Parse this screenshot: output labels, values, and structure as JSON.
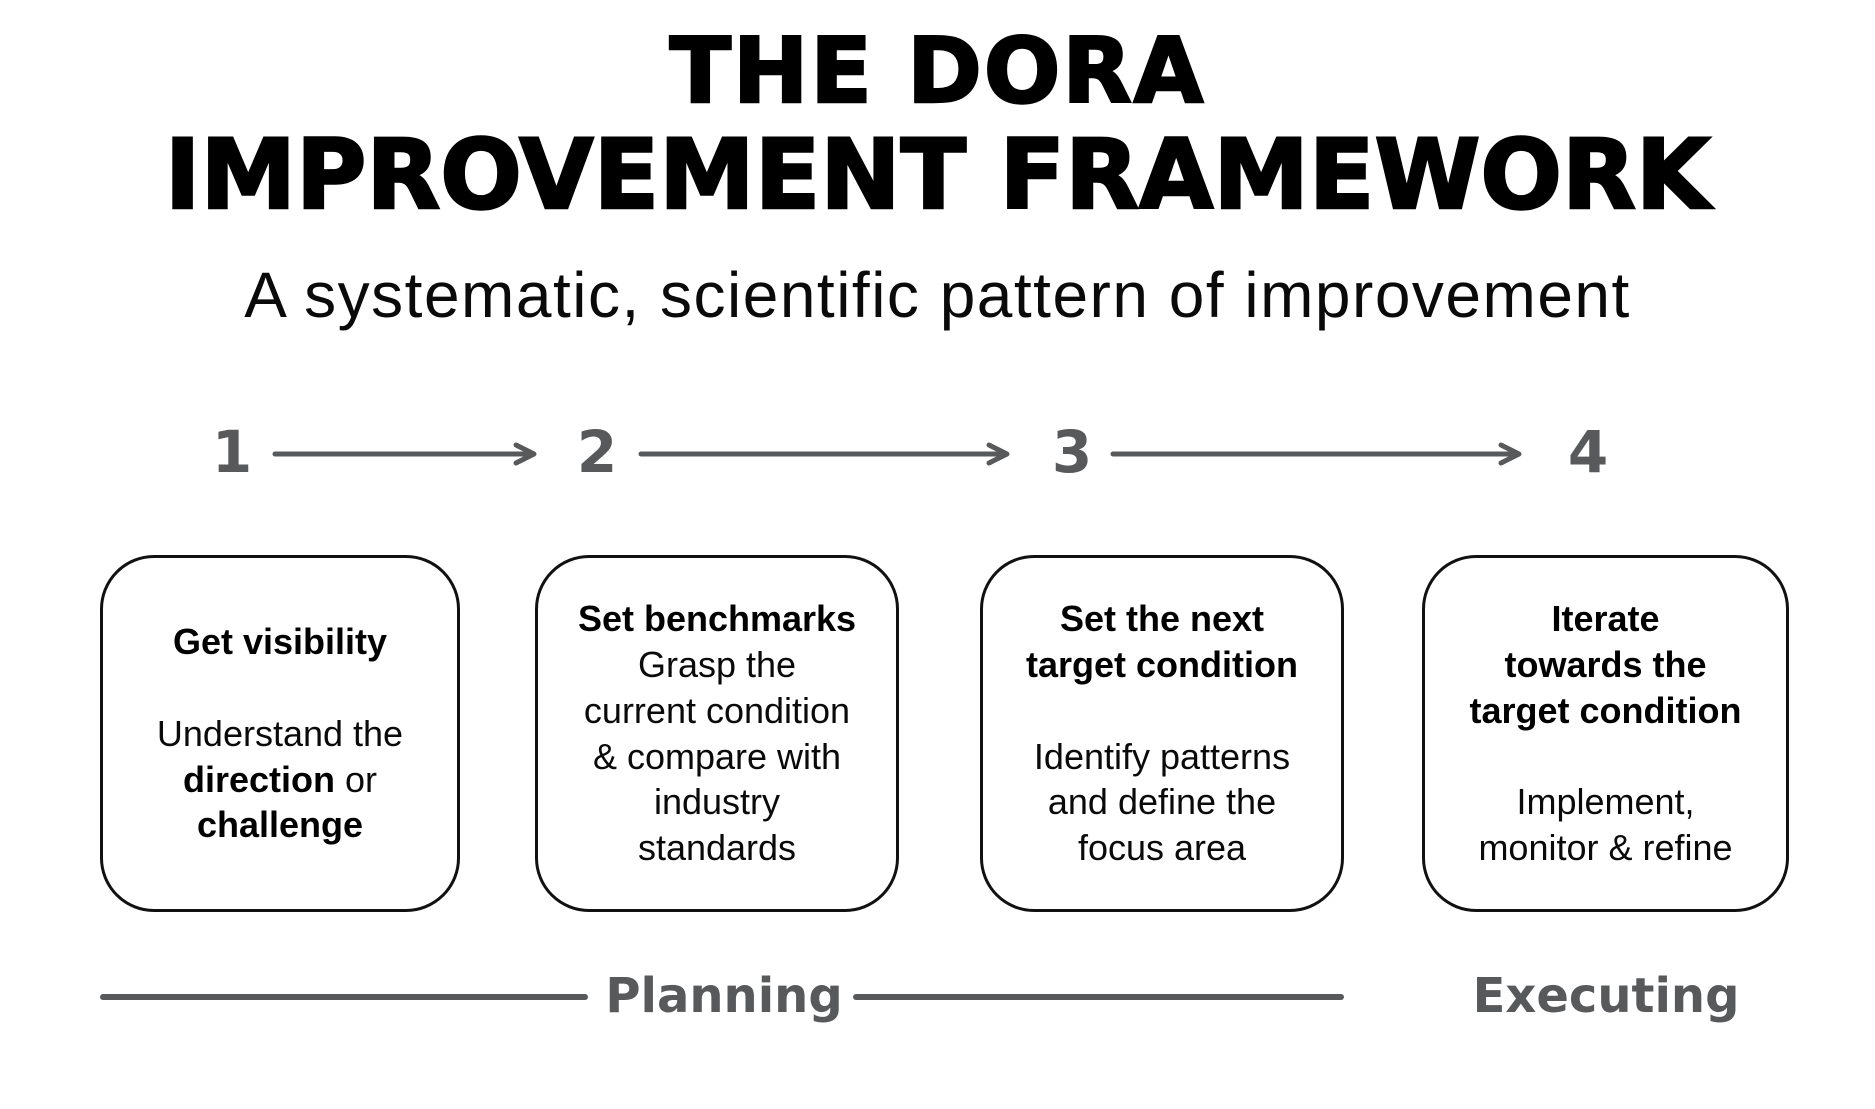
{
  "title": {
    "line1": "THE DORA",
    "line2": "IMPROVEMENT FRAMEWORK"
  },
  "subtitle": "A systematic, scientific pattern of improvement",
  "steps": [
    {
      "number": "1"
    },
    {
      "number": "2"
    },
    {
      "number": "3"
    },
    {
      "number": "4"
    }
  ],
  "boxes": [
    {
      "title_lines": [
        "Get visibility"
      ],
      "title_gap": true,
      "body_lines": [
        [
          {
            "text": "Understand the",
            "bold": false
          }
        ],
        [
          {
            "text": "direction",
            "bold": true
          },
          {
            "text": " or",
            "bold": false
          }
        ],
        [
          {
            "text": "challenge",
            "bold": true
          }
        ]
      ]
    },
    {
      "title_lines": [
        "Set benchmarks"
      ],
      "title_gap": false,
      "body_lines": [
        [
          {
            "text": "Grasp the",
            "bold": false
          }
        ],
        [
          {
            "text": "current condition",
            "bold": false
          }
        ],
        [
          {
            "text": "& compare with",
            "bold": false
          }
        ],
        [
          {
            "text": "industry",
            "bold": false
          }
        ],
        [
          {
            "text": "standards",
            "bold": false
          }
        ]
      ]
    },
    {
      "title_lines": [
        "Set the next",
        "target condition"
      ],
      "title_gap": true,
      "body_lines": [
        [
          {
            "text": "Identify patterns",
            "bold": false
          }
        ],
        [
          {
            "text": "and define the",
            "bold": false
          }
        ],
        [
          {
            "text": "focus area",
            "bold": false
          }
        ]
      ]
    },
    {
      "title_lines": [
        "Iterate",
        "towards the",
        "target condition"
      ],
      "title_gap": true,
      "body_lines": [
        [
          {
            "text": "Implement,",
            "bold": false
          }
        ],
        [
          {
            "text": "monitor & refine",
            "bold": false
          }
        ]
      ]
    }
  ],
  "phases": {
    "planning": "Planning",
    "executing": "Executing"
  },
  "colors": {
    "accent_gray": "#58595b",
    "text_black": "#000000",
    "background": "#ffffff"
  }
}
